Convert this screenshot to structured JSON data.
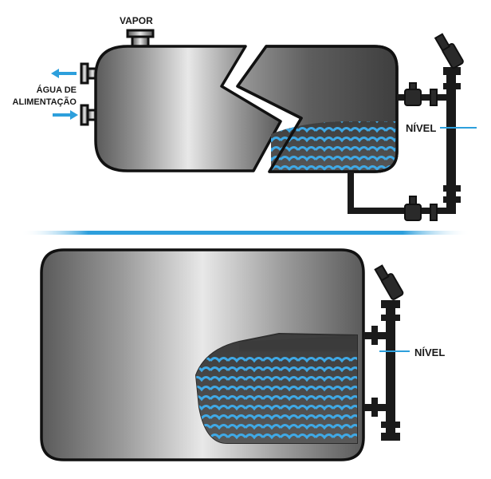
{
  "labels": {
    "vapor": "VAPOR",
    "feed_water_line1": "ÁGUA DE",
    "feed_water_line2": "ALIMENTAÇÃO",
    "level_top": "NÍVEL",
    "level_bottom": "NÍVEL"
  },
  "colors": {
    "water_blue": "#2d9fdc",
    "water_light": "#6fc0ec",
    "steel_dark": "#4a4a4a",
    "steel_light": "#e6e6e6",
    "outline": "#111111",
    "arrow": "#2d9fdc"
  },
  "icons": [
    "arrow-left-icon",
    "arrow-right-icon",
    "valve-icon",
    "level-gauge-icon"
  ]
}
